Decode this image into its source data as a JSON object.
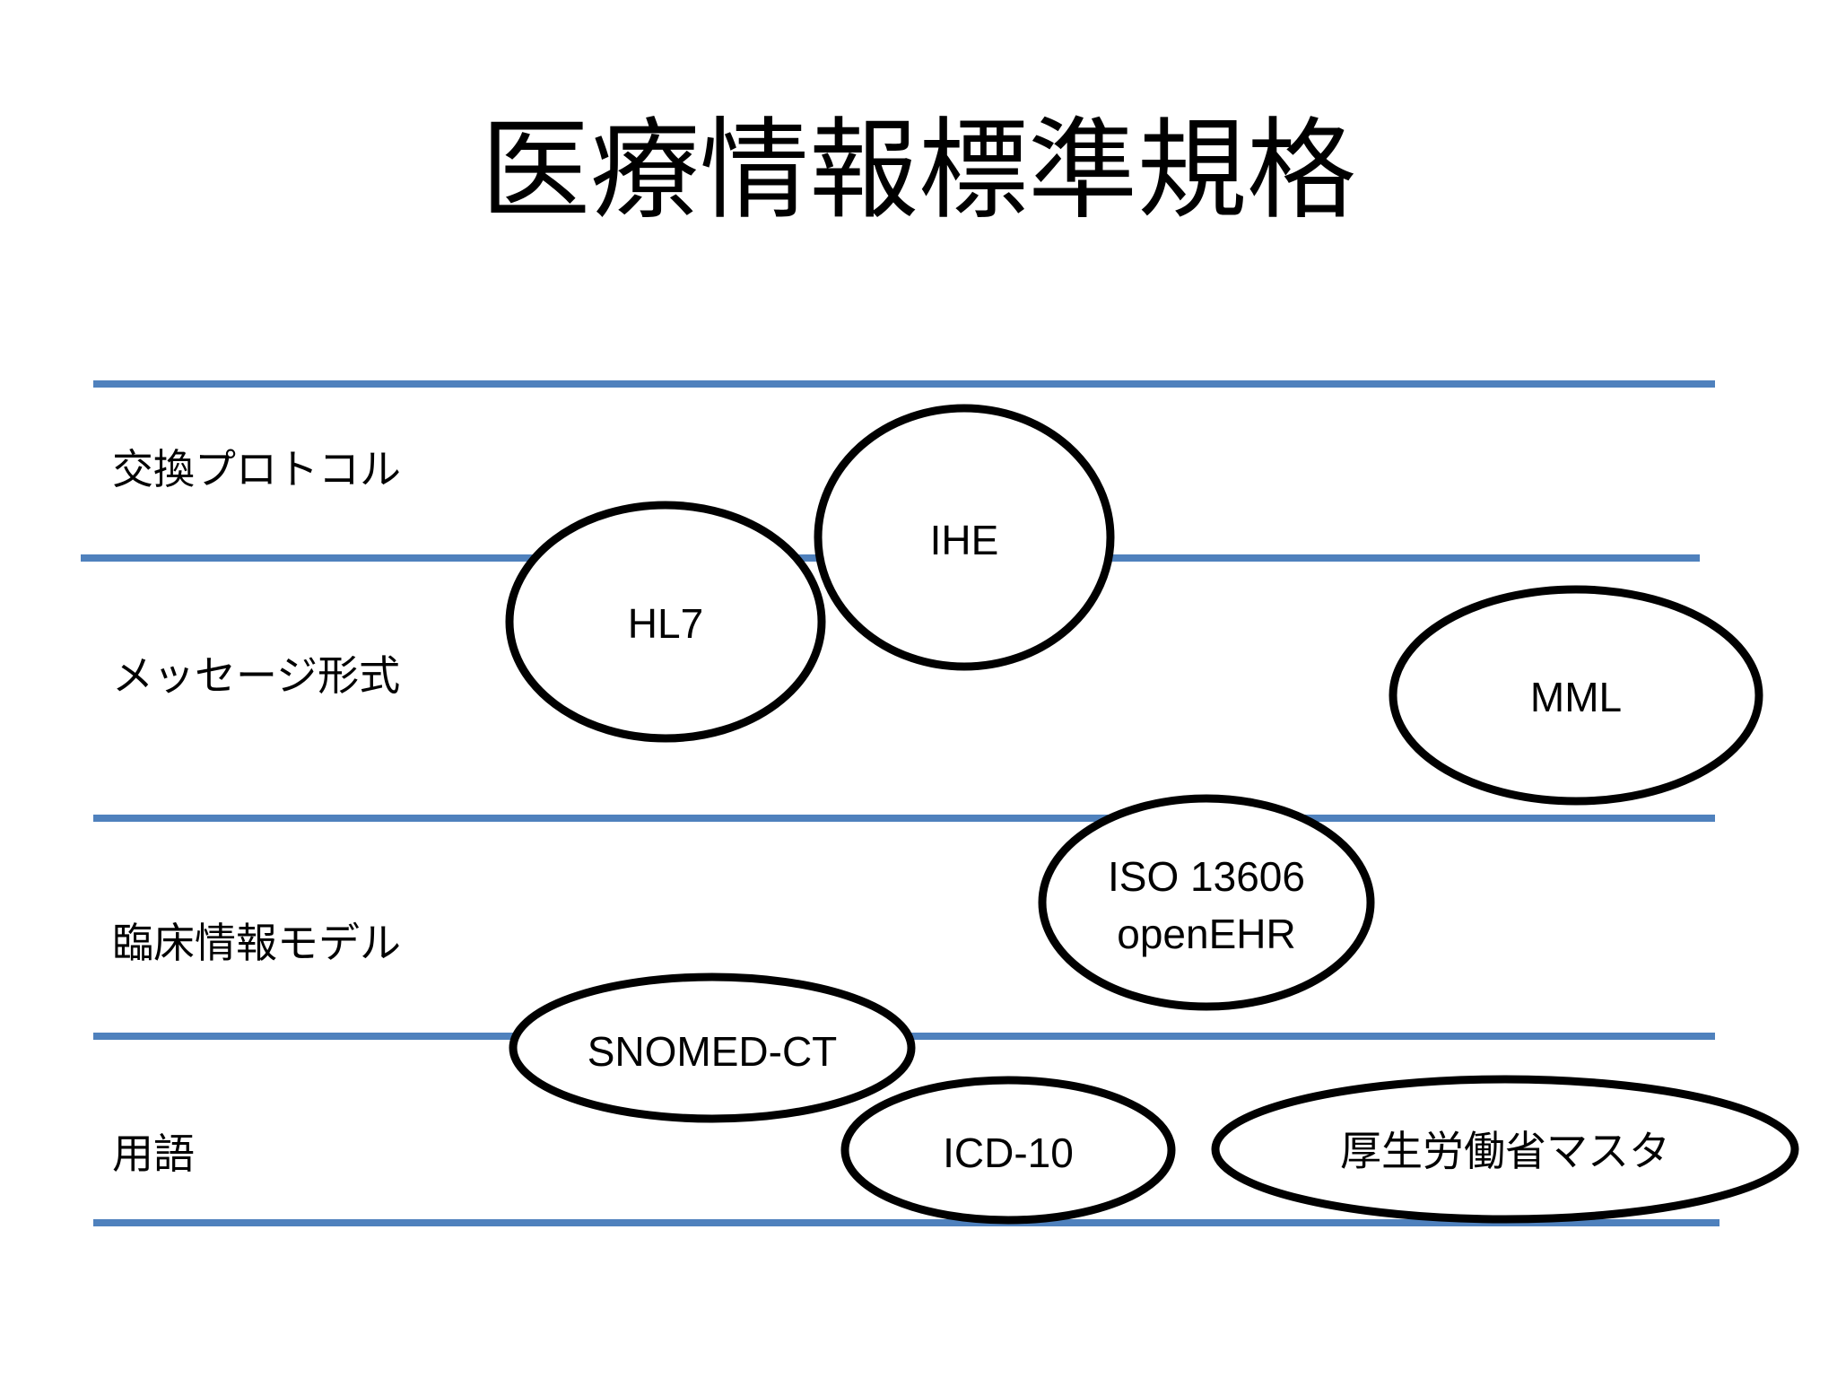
{
  "slide": {
    "title": "医療情報標準規格",
    "colors": {
      "background": "#FFFFFF",
      "divider_line": "#4F81BD",
      "shape_stroke": "#000000",
      "shape_fill": "#FFFFFF",
      "text": "#000000"
    },
    "rows": [
      {
        "label": "交換プロトコル"
      },
      {
        "label": "メッセージ形式"
      },
      {
        "label": "臨床情報モデル"
      },
      {
        "label": "用語"
      }
    ],
    "ellipses": {
      "hl7": {
        "label": "HL7"
      },
      "ihe": {
        "label": "IHE"
      },
      "mml": {
        "label": "MML"
      },
      "iso": {
        "line1": "ISO 13606",
        "line2": "openEHR"
      },
      "snomed": {
        "label": "SNOMED-CT"
      },
      "icd10": {
        "label": "ICD-10"
      },
      "mhlw": {
        "label": "厚生労働省マスタ"
      }
    }
  }
}
